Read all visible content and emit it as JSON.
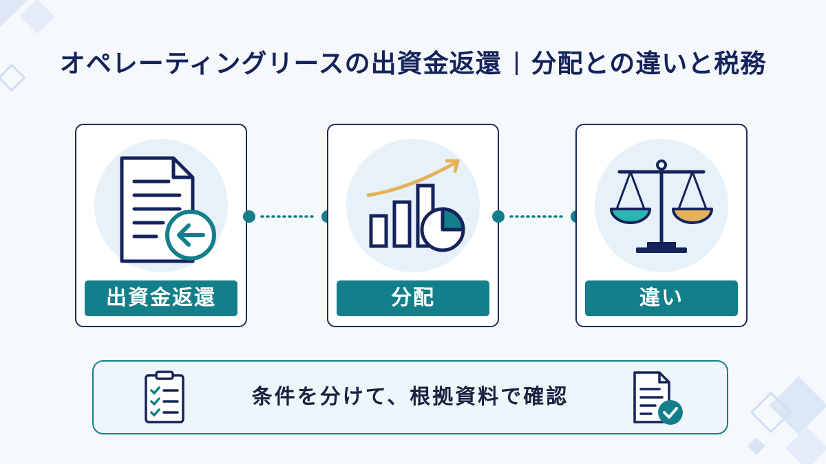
{
  "title": {
    "main": "オペレーティングリースの出資金返還",
    "sub": "分配との違いと税務"
  },
  "cards": [
    {
      "label": "出資金返還",
      "icon": "document-return-icon"
    },
    {
      "label": "分配",
      "icon": "bar-chart-growth-icon"
    },
    {
      "label": "違い",
      "icon": "balance-scale-icon"
    }
  ],
  "bottom": {
    "text": "条件を分けて、根拠資料で確認",
    "left_icon": "checklist-clipboard-icon",
    "right_icon": "document-check-icon"
  },
  "colors": {
    "navy": "#14235a",
    "teal": "#137f8a",
    "gold": "#e3b25a",
    "aqua": "#2bb6b1",
    "circle_bg": "#e6f1fa"
  }
}
